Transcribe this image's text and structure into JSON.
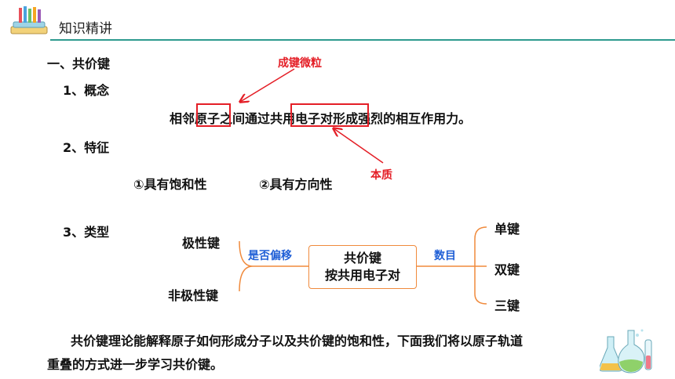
{
  "header": {
    "title": "知识精讲"
  },
  "section": {
    "heading": "一、共价键",
    "concept_label": "1、概念",
    "definition_pre": "相邻",
    "definition_box1": "原子",
    "definition_mid": "之间通过",
    "definition_box2": "共用电子对",
    "definition_post": "形成强烈的相互作用力。",
    "annotation_top": "成键微粒",
    "annotation_bottom": "本质",
    "feature_label": "2、特征",
    "feature1": "①具有饱和性",
    "feature2": "②具有方向性",
    "type_label": "3、类型"
  },
  "diagram": {
    "center_line1": "共价键",
    "center_line2": "按共用电子对",
    "left_branch_label": "是否偏移",
    "left_items": [
      "极性键",
      "非极性键"
    ],
    "right_branch_label": "数目",
    "right_items": [
      "单键",
      "双键",
      "三键"
    ]
  },
  "paragraph": {
    "line1": "共价键理论能解释原子如何形成分子以及共价键的饱和性，下面我们将以原子轨道",
    "line2": "重叠的方式进一步学习共价键。"
  },
  "colors": {
    "accent": "#2e9a8f",
    "red": "#e41e26",
    "blue": "#1f5fd6",
    "orange": "#f08a3c"
  }
}
